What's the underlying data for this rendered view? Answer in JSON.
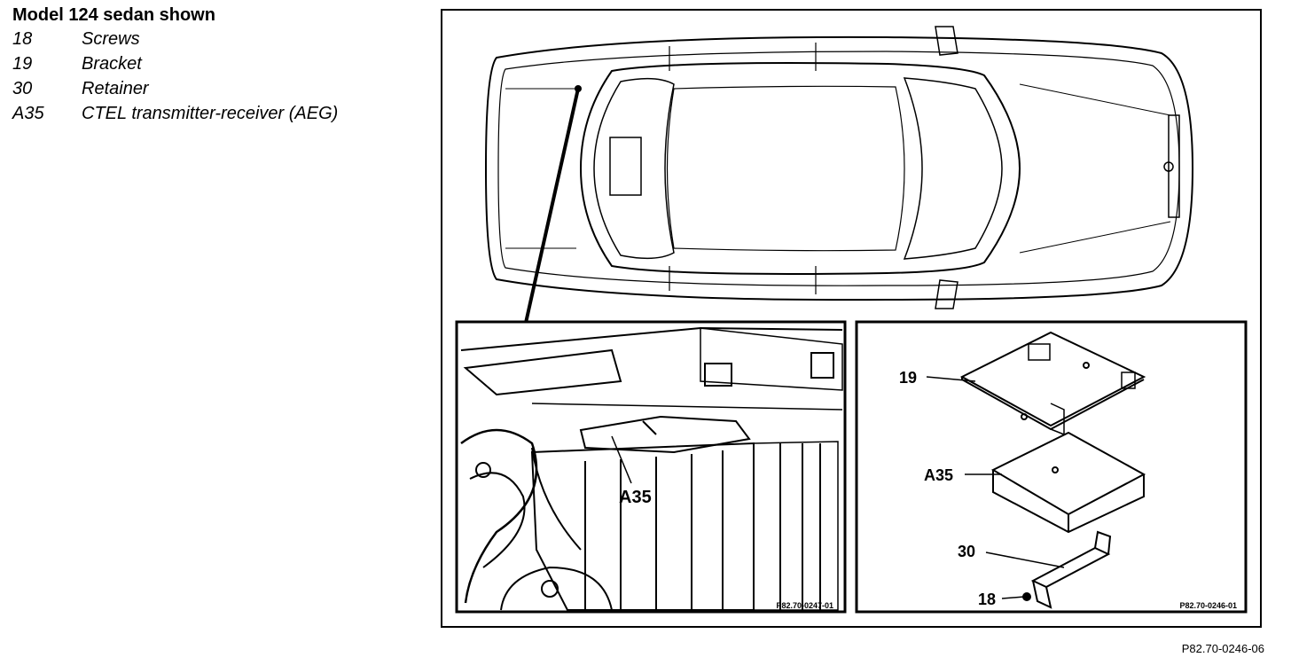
{
  "legend": {
    "title": "Model 124 sedan shown",
    "items": [
      {
        "code": "18",
        "label": "Screws"
      },
      {
        "code": "19",
        "label": "Bracket"
      },
      {
        "code": "30",
        "label": "Retainer"
      },
      {
        "code": "A35",
        "label": "CTEL transmitter-receiver (AEG)"
      }
    ]
  },
  "figure": {
    "detail_left_callout": "A35",
    "detail_left_ref": "P82.70-0247-01",
    "detail_right_callouts": {
      "bracket": "19",
      "unit": "A35",
      "retainer": "30",
      "screws": "18"
    },
    "detail_right_ref": "P82.70-0246-01",
    "figure_ref": "P82.70-0246-06"
  }
}
